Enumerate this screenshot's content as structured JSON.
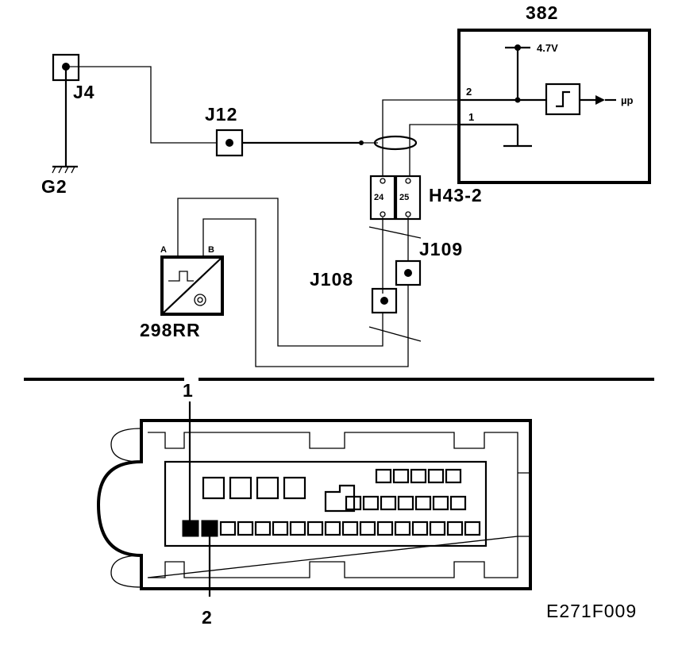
{
  "labels": {
    "ecu": "382",
    "voltage": "4.7V",
    "micro": "µp",
    "pin2": "2",
    "pin1": "1",
    "j4": "J4",
    "g2": "G2",
    "j12": "J12",
    "h43": "H43-2",
    "h43_pin24": "24",
    "h43_pin25": "25",
    "j109": "J109",
    "j108": "J108",
    "sensor": "298RR",
    "sensor_a": "A",
    "sensor_b": "B",
    "connector_pin1": "1",
    "connector_pin2": "2",
    "figure_code": "E271F009"
  }
}
